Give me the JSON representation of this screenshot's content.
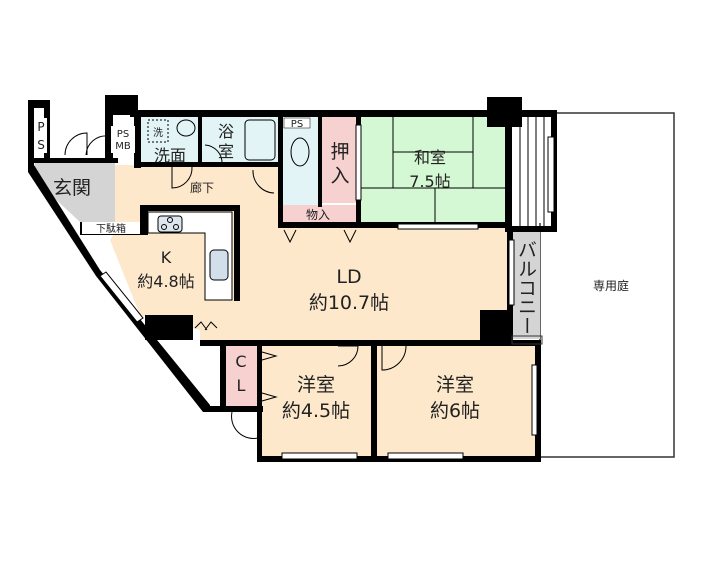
{
  "colors": {
    "wall": "#000000",
    "living_floor": "#fde8cc",
    "tatami": "#d4f7d4",
    "wet_area": "#e2f4f6",
    "storage": "#f7d0d0",
    "entrance": "#d4d4d4",
    "balcony": "#d4d4d4",
    "garden": "#ffffff"
  },
  "rooms": {
    "entrance": {
      "label": "玄関"
    },
    "ps_left": {
      "label_top": "P",
      "label_bottom": "S"
    },
    "ps_mb": {
      "label_top": "PS",
      "label_bottom": "MB"
    },
    "washroom": {
      "label": "洗面",
      "washer_label": "洗"
    },
    "bath": {
      "label_top": "浴",
      "label_bottom": "室"
    },
    "toilet_ps": {
      "label": "PS"
    },
    "closet_oshiire": {
      "label_top": "押",
      "label_bottom": "入"
    },
    "storage_monoire": {
      "label": "物入"
    },
    "washitsu": {
      "name": "和室",
      "size": "7.5帖"
    },
    "hallway": {
      "label": "廊下"
    },
    "shoe_box": {
      "label": "下駄箱"
    },
    "kitchen": {
      "name": "K",
      "size": "約4.8帖"
    },
    "ld": {
      "name": "LD",
      "size": "約10.7帖"
    },
    "balcony": {
      "label": "バルコニー"
    },
    "private_garden": {
      "label": "専用庭"
    },
    "cl": {
      "label_top": "C",
      "label_bottom": "L"
    },
    "western_1": {
      "name": "洋室",
      "size": "約4.5帖"
    },
    "western_2": {
      "name": "洋室",
      "size": "約6帖"
    }
  }
}
